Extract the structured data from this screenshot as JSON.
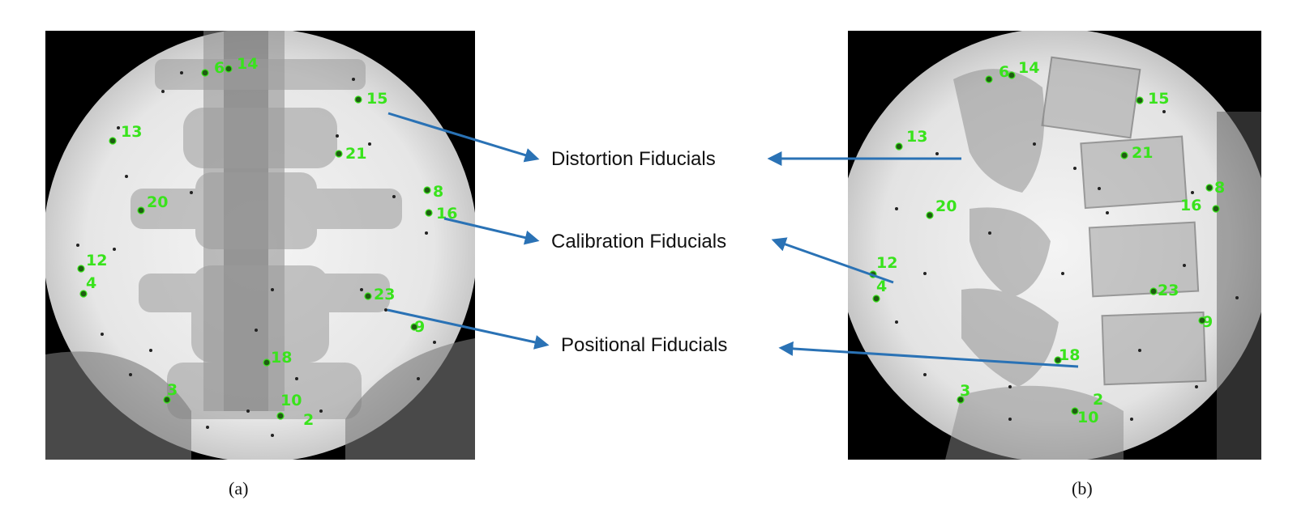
{
  "captions": {
    "a": "(a)",
    "b": "(b)"
  },
  "labels": {
    "distortion": "Distortion Fiducials",
    "calibration": "Calibration Fiducials",
    "positional": "Positional Fiducials"
  },
  "colors": {
    "arrow": "#2a72b5",
    "fiducial": "#39e31c",
    "background": "#000000"
  },
  "panel_a_markers": [
    {
      "id": "6",
      "text": "6"
    },
    {
      "id": "14",
      "text": "14"
    },
    {
      "id": "15",
      "text": "15"
    },
    {
      "id": "13",
      "text": "13"
    },
    {
      "id": "21",
      "text": "21"
    },
    {
      "id": "8",
      "text": "8"
    },
    {
      "id": "20",
      "text": "20"
    },
    {
      "id": "16",
      "text": "16"
    },
    {
      "id": "12",
      "text": "12"
    },
    {
      "id": "4",
      "text": "4"
    },
    {
      "id": "23",
      "text": "23"
    },
    {
      "id": "9",
      "text": "9"
    },
    {
      "id": "18",
      "text": "18"
    },
    {
      "id": "3",
      "text": "3"
    },
    {
      "id": "10",
      "text": "10"
    },
    {
      "id": "2",
      "text": "2"
    }
  ],
  "panel_b_markers": [
    {
      "id": "6",
      "text": "6"
    },
    {
      "id": "14",
      "text": "14"
    },
    {
      "id": "15",
      "text": "15"
    },
    {
      "id": "13",
      "text": "13"
    },
    {
      "id": "21",
      "text": "21"
    },
    {
      "id": "8",
      "text": "8"
    },
    {
      "id": "20",
      "text": "20"
    },
    {
      "id": "16",
      "text": "16"
    },
    {
      "id": "12",
      "text": "12"
    },
    {
      "id": "4",
      "text": "4"
    },
    {
      "id": "23",
      "text": "23"
    },
    {
      "id": "9",
      "text": "9"
    },
    {
      "id": "18",
      "text": "18"
    },
    {
      "id": "3",
      "text": "3"
    },
    {
      "id": "2",
      "text": "2"
    },
    {
      "id": "10",
      "text": "10"
    }
  ]
}
